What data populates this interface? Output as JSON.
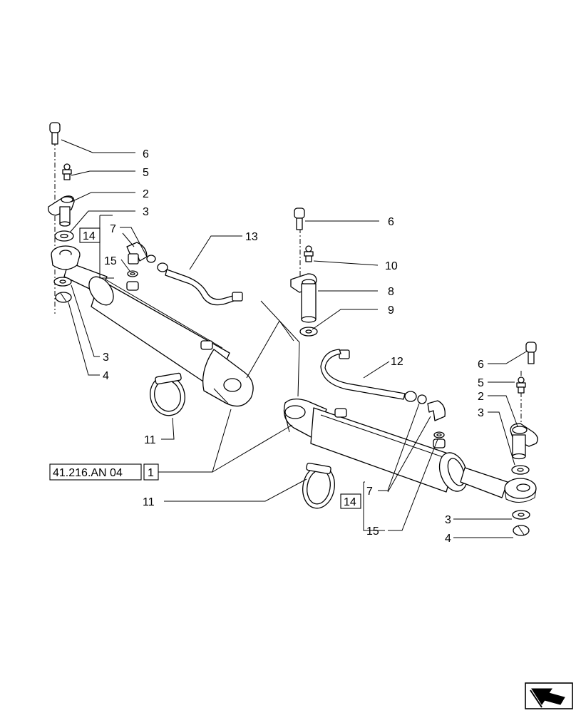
{
  "callouts": {
    "l6a": "6",
    "l5a": "5",
    "l2a": "2",
    "l3a": "3",
    "l14a": "14",
    "l7a": "7",
    "l15a": "15",
    "l13": "13",
    "l3b": "3",
    "l4a": "4",
    "l11a": "11",
    "ref_code": "41.216.AN 04",
    "ref_num": "1",
    "l11b": "11",
    "l6b": "6",
    "l10": "10",
    "l8": "8",
    "l9": "9",
    "l12": "12",
    "l6c": "6",
    "l5c": "5",
    "l2c": "2",
    "l3c": "3",
    "l14b": "14",
    "l7b": "7",
    "l15b": "15",
    "l3d": "3",
    "l4b": "4"
  },
  "icons": {
    "corner": "next-page-arrow-icon"
  }
}
